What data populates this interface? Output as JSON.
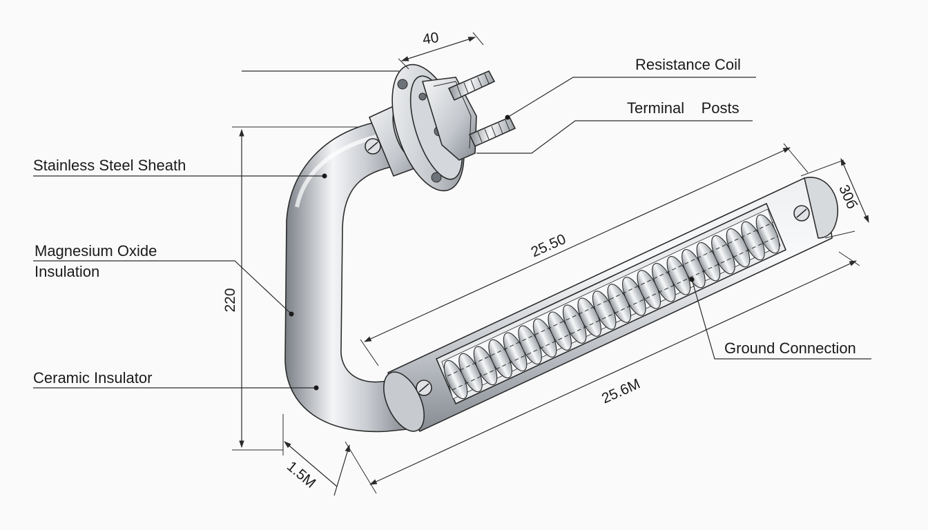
{
  "labels": {
    "resistance_coil": "Resistance Coil",
    "terminal_posts": "Terminal    Posts",
    "stainless_steel_sheath": "Stainless Steel Sheath",
    "magnesium_oxide_line1": "Magnesium Oxide",
    "magnesium_oxide_line2": "Insulation",
    "ceramic_insulator": "Ceramic Insulator",
    "ground_connection": "Ground Connection"
  },
  "dimensions": {
    "flange_width": "40",
    "height": "220",
    "tube_length_upper": "25.50",
    "tube_length_lower": "25.6M",
    "end_diameter": "30б",
    "wall_thickness": "1.5M"
  },
  "colors": {
    "background": "#fafafa",
    "line": "#2a2a2a",
    "metal_light": "#f2f3f5",
    "metal_mid": "#b9bdc3",
    "metal_dark": "#6d7279"
  }
}
